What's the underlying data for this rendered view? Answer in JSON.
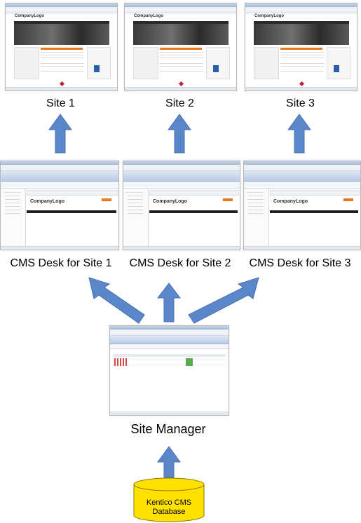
{
  "sites": [
    {
      "label": "Site 1",
      "logo": "CompanyLogo"
    },
    {
      "label": "Site 2",
      "logo": "CompanyLogo"
    },
    {
      "label": "Site 3",
      "logo": "CompanyLogo"
    }
  ],
  "desks": [
    {
      "label": "CMS Desk for Site 1"
    },
    {
      "label": "CMS Desk for Site 2"
    },
    {
      "label": "CMS Desk for Site 3"
    }
  ],
  "site_manager": {
    "label": "Site Manager"
  },
  "database": {
    "line1": "Kentico CMS",
    "line2": "Database"
  },
  "colors": {
    "arrow": "#5b86c9",
    "arrow_stroke": "#4a72b2",
    "db_fill": "#ffe100",
    "db_stroke": "#8a7a00",
    "hero_dark": "#1e1e1e",
    "menu_dark": "#222222",
    "accent_orange": "#e87722",
    "kentico_blue": "#2b5ea8"
  }
}
